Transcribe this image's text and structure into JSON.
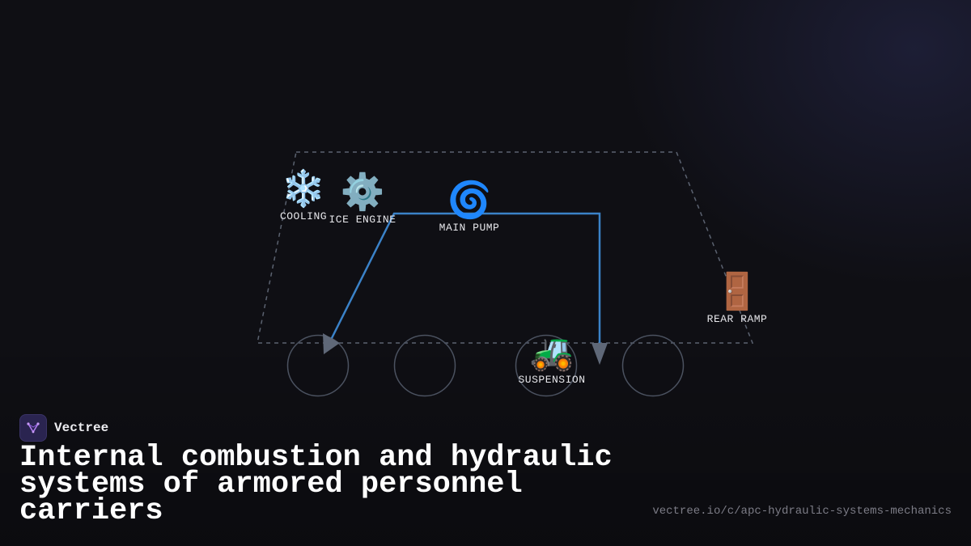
{
  "brand": {
    "name": "Vectree"
  },
  "title": "Internal combustion and hydraulic systems of armored personnel carriers",
  "url": "vectree.io/c/apc-hydraulic-systems-mechanics",
  "nodes": {
    "cooling": {
      "icon": "❄️",
      "label": "COOLING",
      "icon_name": "snowflake-icon"
    },
    "ice_engine": {
      "icon": "⚙️",
      "label": "ICE ENGINE",
      "icon_name": "gear-icon"
    },
    "main_pump": {
      "icon": "🌀",
      "label": "MAIN PUMP",
      "icon_name": "cyclone-icon"
    },
    "rear_ramp": {
      "icon": "🚪",
      "label": "REAR RAMP",
      "icon_name": "door-icon"
    },
    "suspension": {
      "icon": "🚜",
      "label": "SUSPENSION",
      "icon_name": "tractor-icon"
    }
  },
  "colors": {
    "background": "#0f0f14",
    "hull_outline": "#5b6270",
    "flow_line": "#3b82c8",
    "arrowhead": "#5f6878",
    "wheel": "#4b5260"
  }
}
